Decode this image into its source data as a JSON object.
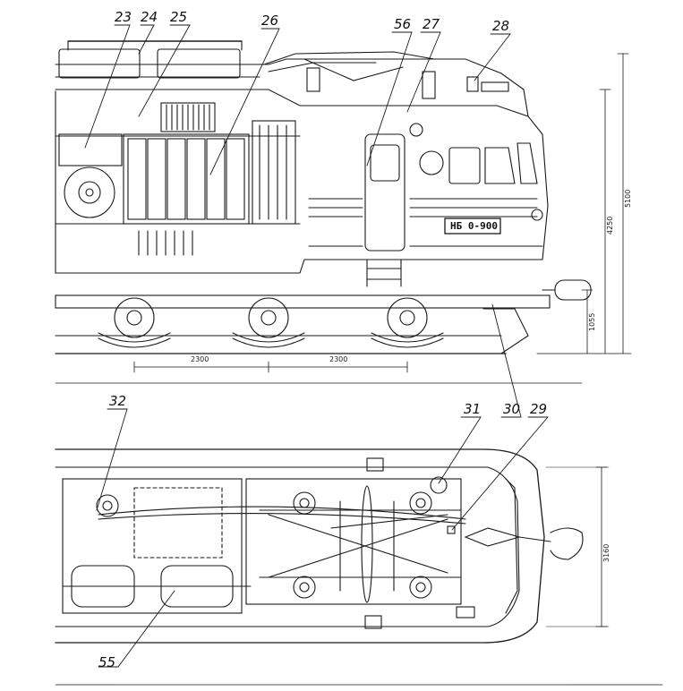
{
  "callouts": {
    "c23": "23",
    "c24": "24",
    "c25": "25",
    "c26": "26",
    "c56": "56",
    "c27": "27",
    "c28": "28",
    "c32": "32",
    "c31": "31",
    "c30": "30",
    "c29": "29",
    "c55": "55"
  },
  "dimensions": {
    "axle_base_1": "2300",
    "axle_base_2": "2300",
    "height_total": "5100",
    "height_body": "4250",
    "height_buffer": "1055",
    "width_plan": "3160"
  },
  "plate_text": "НБ 0-900",
  "colors": {
    "ink": "#1a1a1a",
    "paper": "#ffffff"
  }
}
